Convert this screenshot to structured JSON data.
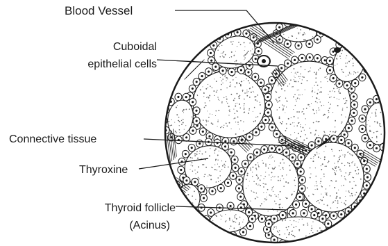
{
  "labels": {
    "blood_vessel": "Blood Vessel",
    "cuboidal_line1": "Cuboidal",
    "cuboidal_line2": "epithelial cells",
    "connective_tissue": "Connective tissue",
    "thyroxine": "Thyroxine",
    "follicle_line1": "Thyroid follicle",
    "follicle_line2": "(Acinus)"
  },
  "colors": {
    "ink": "#1a1a1a",
    "paper": "#ffffff",
    "colloid_dot": "#6b6b6b"
  }
}
